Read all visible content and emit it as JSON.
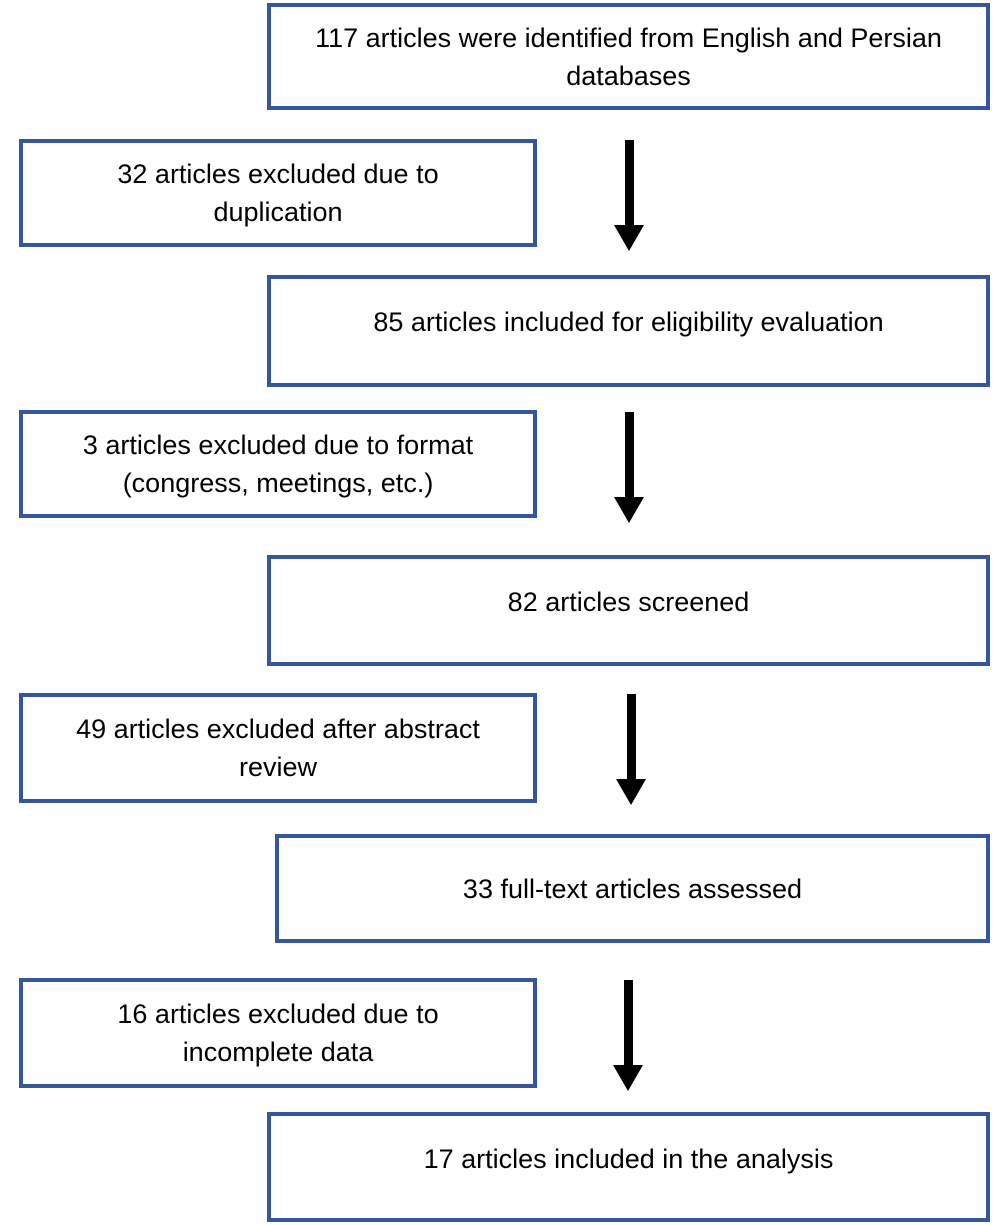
{
  "figure": {
    "kind": "article-selection-flow-diagram",
    "colors": {
      "box_border": "#35569B",
      "box_fill": "#FFFFFF",
      "text": "#000000",
      "arrow": "#000000",
      "background": "#FFFFFF"
    },
    "icons": {
      "down_arrow": "down-arrow"
    },
    "main_flow": [
      {
        "count": 117,
        "text": "117 articles were identified from English and Persian databases"
      },
      {
        "count": 85,
        "text": "85 articles included for eligibility evaluation"
      },
      {
        "count": 82,
        "text": "82 articles screened"
      },
      {
        "count": 33,
        "text": "33 full-text articles assessed"
      },
      {
        "count": 17,
        "text": "17 articles included in the analysis"
      }
    ],
    "exclusions": [
      {
        "count": 32,
        "text": "32 articles excluded due to duplication"
      },
      {
        "count": 3,
        "text": "3 articles excluded due to format (congress, meetings, etc.)"
      },
      {
        "count": 49,
        "text": "49 articles excluded after abstract review"
      },
      {
        "count": 16,
        "text": "16 articles excluded due to incomplete data"
      }
    ]
  }
}
